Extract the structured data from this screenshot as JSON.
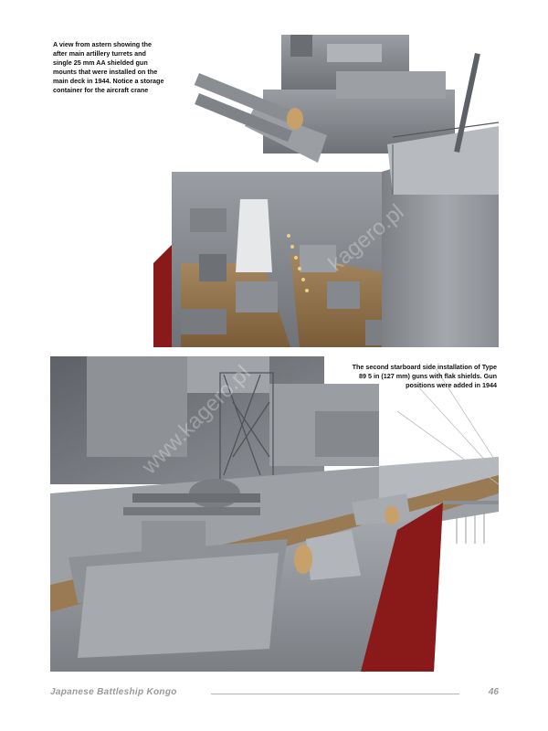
{
  "captions": {
    "top": "A view from astern showing the after main artillery turrets and single 25 mm AA shielded gun mounts that were installed on the main deck in 1944. Notice a storage container for the aircraft crane",
    "bottom": "The second starboard side installation of Type 89 5 in (127 mm) guns with flak shields. Gun positions were added in 1944"
  },
  "footer": {
    "title": "Japanese Battleship Kongo",
    "page_number": "46"
  },
  "colors": {
    "ship_grey": "#8e9196",
    "deck_wood": "#9a7a52",
    "hull_red": "#8a1a1a",
    "sky": "#ffffff"
  }
}
